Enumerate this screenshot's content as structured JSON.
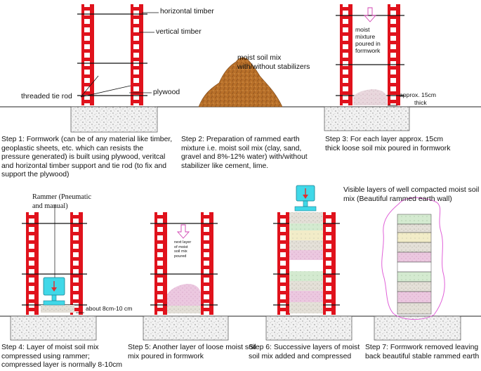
{
  "labels": {
    "horizontal_timber": "horizontal timber",
    "vertical_timber": "vertical timber",
    "threaded_tie_rod": "threaded tie rod",
    "plywood": "plywood",
    "moist_soil_mix": "moist soil mix\nwith/without stabilizers",
    "step3_note": "moist\nmixture\npoured in\nformwork",
    "step3_depth": "approx. 15cm",
    "step3_depth2": "thick",
    "rammer": "Rammer (Pneumatic\nand manual)",
    "step4_depth": "about 8cm-10 cm",
    "step5_note": "next layer\nof moist\nsoil mix\npoured",
    "step7_note": "Visible layers of well compacted moist soil\nmix (Beautiful rammed earth wall)"
  },
  "captions": {
    "step1": "Step 1: Formwork (can be of any material like timber, geoplastic sheets, etc. which can resists the pressure generated) is built using plywood, veritcal and horizontal timber support and tie rod (to fix and support the plywood)",
    "step2": "Step 2: Preparation of rammed earth mixture i.e. moist soil mix (clay, sand, gravel and 8%-12% water) with/without stabilizer like cement, lime.",
    "step3": "Step 3: For each layer approx. 15cm thick loose soil mix poured in formwork",
    "step4": "Step 4: Layer of moist soil mix compressed using rammer; compressed layer is normally 8-10cm",
    "step5": "Step 5: Another layer of loose moist soil mix poured in formwork",
    "step6": "Step 6: Successive layers of moist soil mix added and compressed",
    "step7": "Step 7: Formwork removed leaving back beautiful stable rammed earth"
  },
  "colors": {
    "timber": "#e0121c",
    "soil": "#b8702a",
    "loose_layer": "#e6ccd8",
    "pink_outline": "#e060d8",
    "rammer": "#40d8e8",
    "arrow": "#e03030"
  }
}
